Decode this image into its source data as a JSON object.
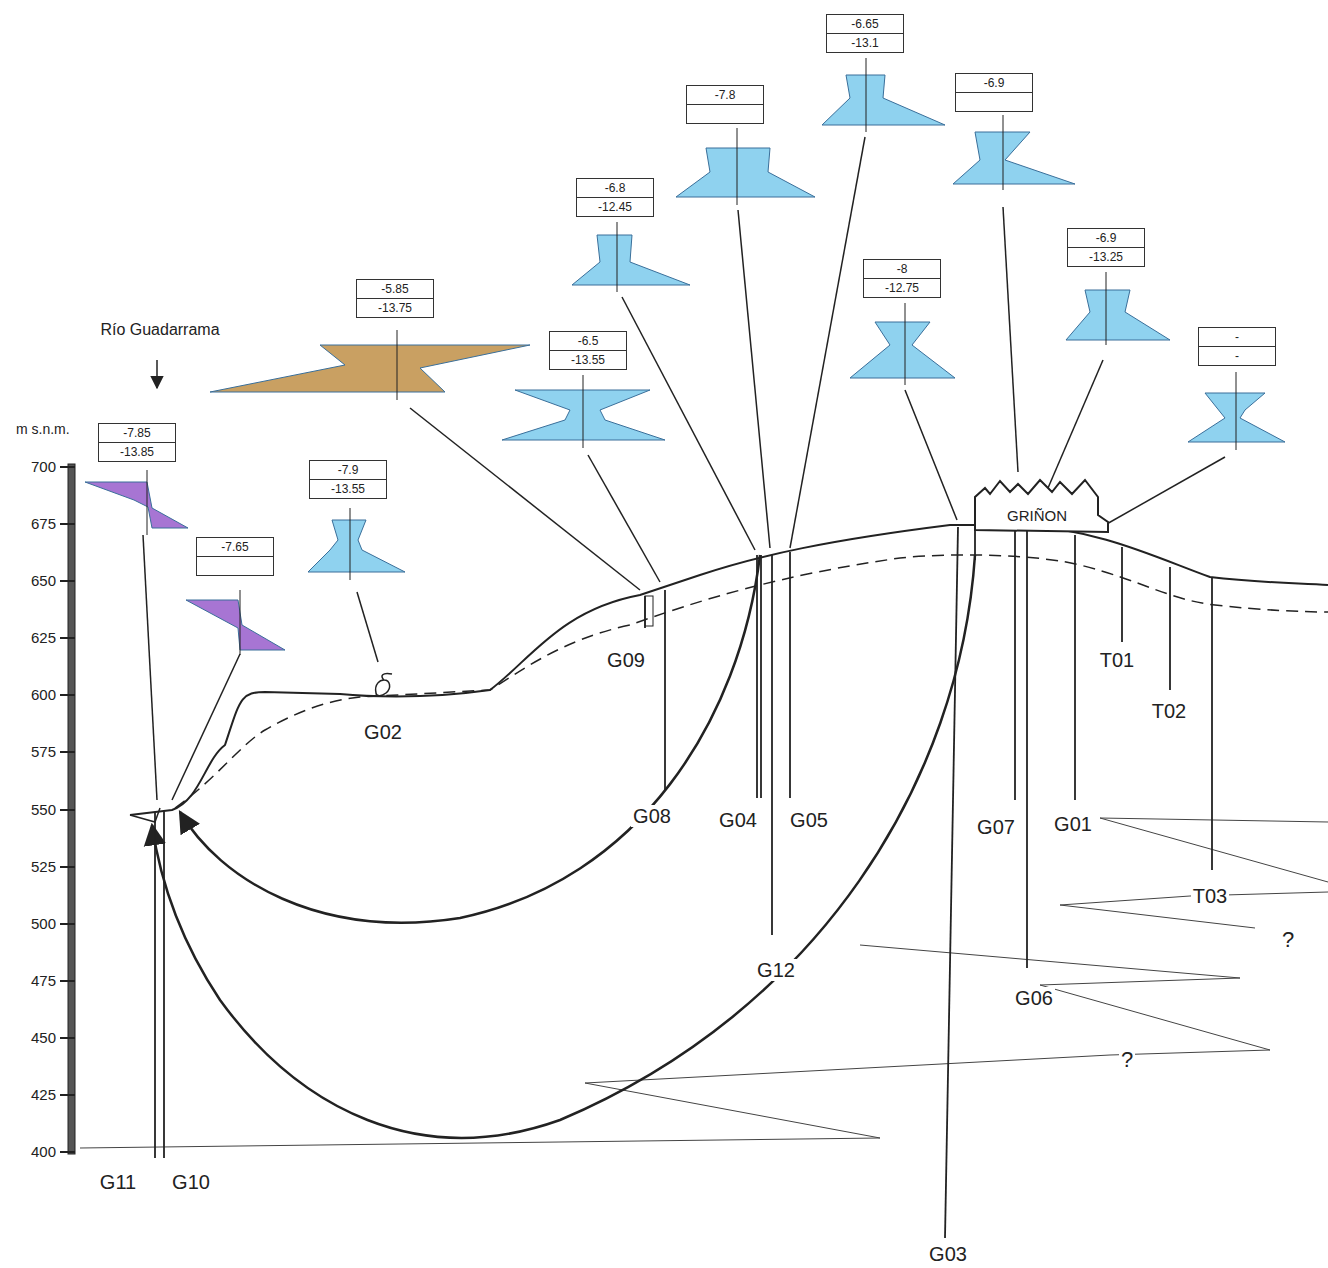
{
  "diagram": {
    "nodes": [
      {
        "text": [
          "-7.85",
          "-13.85"
        ]
      },
      {
        "text": [
          "-7.65"
        ]
      },
      {
        "text": [
          "-7.9",
          "-13.55"
        ]
      },
      {
        "text": [
          "-5.85",
          "-13.75"
        ]
      },
      {
        "text": [
          "-6.5",
          "-13.55"
        ]
      },
      {
        "text": [
          "-6.8",
          "-12.45"
        ]
      },
      {
        "text": [
          "-7.8"
        ]
      },
      {
        "text": [
          "-6.65",
          "-13.1"
        ]
      },
      {
        "text": [
          "-8",
          "-12.75"
        ]
      },
      {
        "text": [
          "-6.9"
        ]
      },
      {
        "text": [
          "-6.9",
          "-13.25"
        ]
      },
      {
        "text": [
          "-",
          "-"
        ]
      }
    ],
    "labels": [
      "m s.n.m.",
      "700",
      "675",
      "650",
      "625",
      "600",
      "575",
      "550",
      "525",
      "500",
      "475",
      "450",
      "425",
      "400",
      "Río Guadarrama",
      "G11",
      "G10",
      "G02",
      "G09",
      "G08",
      "G04",
      "G05",
      "G12",
      "G07",
      "G01",
      "G06",
      "G03",
      "T01",
      "T02",
      "T03",
      "?",
      "?",
      "GRIÑON"
    ]
  }
}
